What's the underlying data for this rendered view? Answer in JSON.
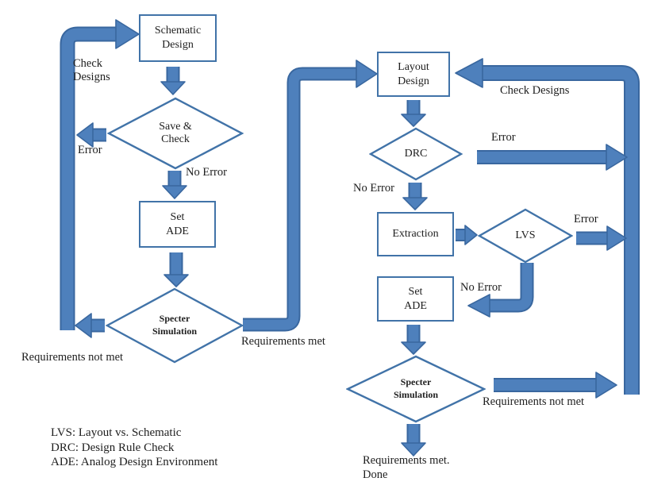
{
  "colors": {
    "arrow_fill": "#4e80bc",
    "arrow_stroke": "#39679f",
    "shape_border": "#4173a8",
    "text": "#1e1e1e",
    "background": "#ffffff"
  },
  "nodes": {
    "schematic_design": "Schematic\nDesign",
    "save_check": "Save &\nCheck",
    "set_ade_left": "Set\nADE",
    "specter_sim_left": "Specter\nSimulation",
    "layout_design": "Layout\nDesign",
    "drc": "DRC",
    "extraction": "Extraction",
    "lvs": "LVS",
    "set_ade_right": "Set\nADE",
    "specter_sim_right": "Specter\nSimulation"
  },
  "labels": {
    "check_designs_left": "Check\nDesigns",
    "error_save_check": "Error",
    "no_error_save_check": "No Error",
    "requirements_not_met_left": "Requirements not met",
    "requirements_met": "Requirements met",
    "check_designs_right": "Check Designs",
    "error_drc": "Error",
    "no_error_drc": "No Error",
    "error_lvs": "Error",
    "no_error_lvs": "No Error",
    "requirements_not_met_right": "Requirements not met",
    "requirements_met_done": "Requirements met.\nDone"
  },
  "legend": {
    "lines": [
      "LVS: Layout vs. Schematic",
      "DRC: Design Rule Check",
      "ADE: Analog Design Environment"
    ]
  }
}
